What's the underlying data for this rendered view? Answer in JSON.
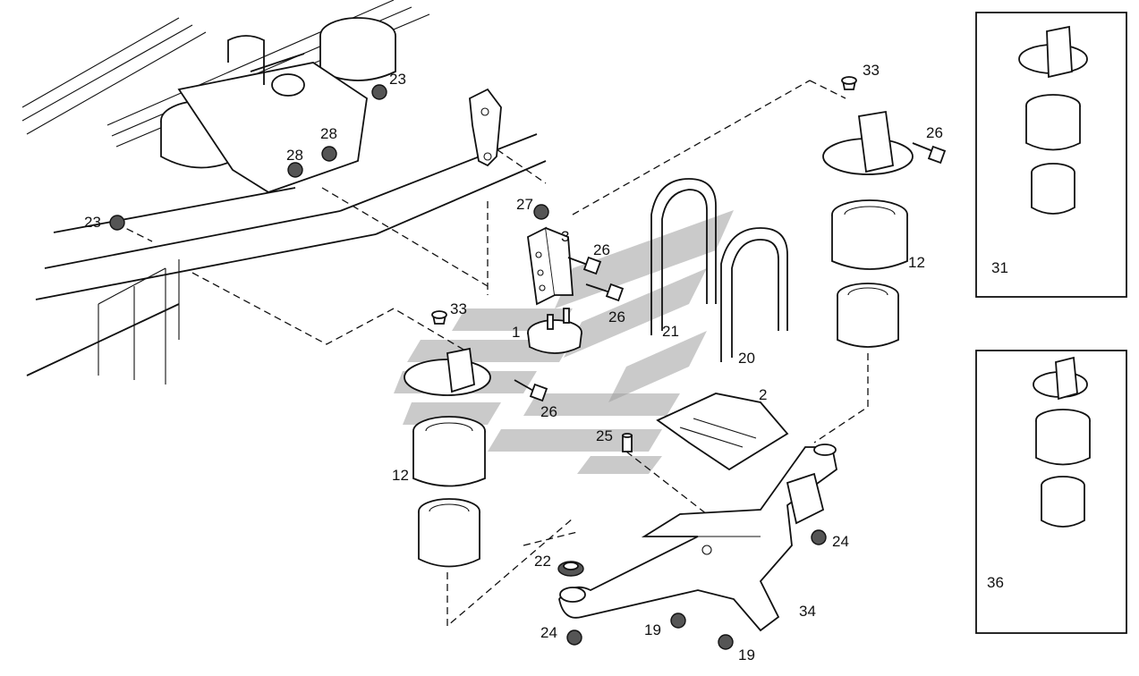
{
  "labels": {
    "p1": "1",
    "p2": "2",
    "p3": "3",
    "p12a": "12",
    "p12b": "12",
    "p19a": "19",
    "p19b": "19",
    "p20": "20",
    "p21": "21",
    "p22": "22",
    "p23a": "23",
    "p23b": "23",
    "p24a": "24",
    "p24b": "24",
    "p25": "25",
    "p26a": "26",
    "p26b": "26",
    "p26c": "26",
    "p26d": "26",
    "p27": "27",
    "p28a": "28",
    "p28b": "28",
    "p31": "31",
    "p33a": "33",
    "p33b": "33",
    "p34": "34",
    "p36": "36"
  },
  "colors": {
    "ink": "#111111",
    "watermark": "#9e9e9e",
    "background": "#ffffff"
  }
}
